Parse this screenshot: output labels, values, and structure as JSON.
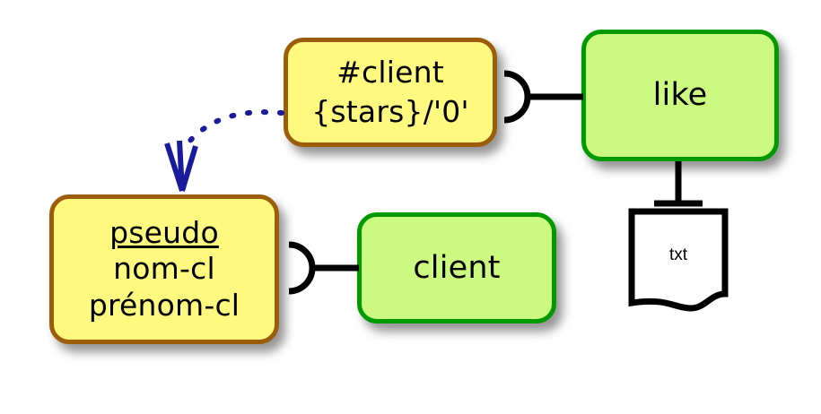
{
  "diagram": {
    "kind": "entity-relationship-diagram",
    "background_color": "#ffffff",
    "palette": {
      "attribute_fill": "#fff97f",
      "attribute_border": "#9b5d0a",
      "entity_fill": "#ccf97f",
      "entity_border": "#009900",
      "connector_color": "#000000",
      "dependency_arrow_color": "#1a1a9c",
      "document_fill": "#ffffff",
      "document_border": "#000000"
    },
    "nodes": {
      "attribute_like": {
        "id": "attr-like",
        "type": "attribute-box",
        "lines": [
          "#client",
          "{stars}/'0'"
        ]
      },
      "attribute_client": {
        "id": "attr-client",
        "type": "attribute-box",
        "lines": [
          {
            "text": "pseudo",
            "underlined": true
          },
          {
            "text": "nom-cl",
            "underlined": false
          },
          {
            "text": "prénom-cl",
            "underlined": false
          }
        ]
      },
      "entity_like": {
        "id": "entity-like",
        "type": "entity-box",
        "label": "like"
      },
      "entity_client": {
        "id": "entity-client",
        "type": "entity-box",
        "label": "client"
      },
      "document_txt": {
        "id": "doc-txt",
        "type": "document-node",
        "label": "txt"
      }
    },
    "edges": [
      {
        "id": "edge-attr-like-to-entity-like",
        "from": "attr-like",
        "to": "entity-like",
        "style": "solid",
        "source_decoration": "crows-foot-arc",
        "target_decoration": "none"
      },
      {
        "id": "edge-attr-client-to-entity-client",
        "from": "attr-client",
        "to": "entity-client",
        "style": "solid",
        "source_decoration": "crows-foot-arc",
        "target_decoration": "none"
      },
      {
        "id": "edge-entity-like-to-doc-txt",
        "from": "entity-like",
        "to": "doc-txt",
        "style": "solid",
        "source_decoration": "none",
        "target_decoration": "bar"
      },
      {
        "id": "edge-attr-like-to-attr-client",
        "from": "attr-like",
        "to": "attr-client",
        "style": "dashed",
        "source_decoration": "none",
        "target_decoration": "open-arrowhead",
        "color": "#1a1a9c"
      }
    ]
  }
}
